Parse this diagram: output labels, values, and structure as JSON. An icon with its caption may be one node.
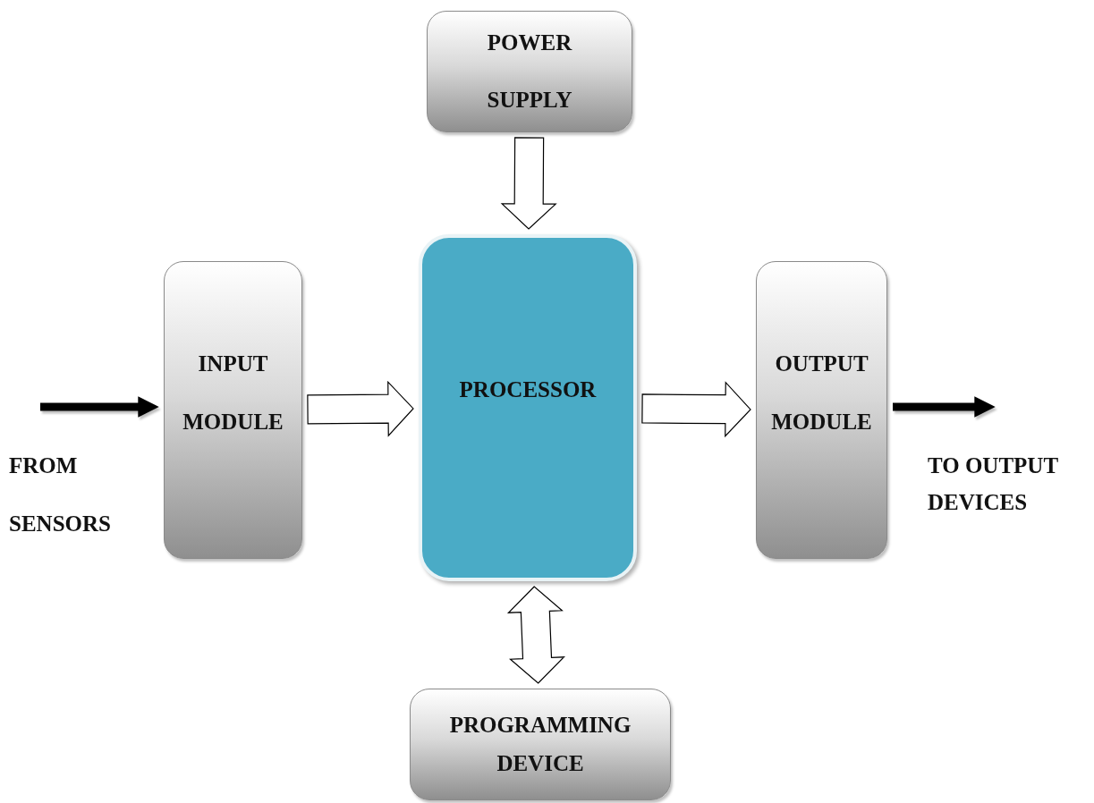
{
  "diagram": {
    "nodes": [
      {
        "text": [
          "POWER SUPPLY"
        ]
      },
      {
        "text": [
          "INPUT MODULE"
        ]
      },
      {
        "text": [
          "PROCESSOR"
        ]
      },
      {
        "text": [
          "OUTPUT MODULE"
        ]
      },
      {
        "text": [
          "PROGRAMMING DEVICE"
        ]
      }
    ],
    "edges": [
      {
        "from": 0,
        "to": 2,
        "arrow": "to"
      },
      {
        "from": 1,
        "to": 2,
        "arrow": "to"
      },
      {
        "from": 2,
        "to": 3,
        "arrow": "to"
      },
      {
        "from": 2,
        "to": 4,
        "arrow": "both"
      },
      {
        "from": null,
        "to": 1,
        "arrow": "to"
      },
      {
        "from": 3,
        "to": null,
        "arrow": "to"
      }
    ],
    "labels": [
      "FROM SENSORS",
      "TO OUTPUT DEVICES"
    ]
  }
}
